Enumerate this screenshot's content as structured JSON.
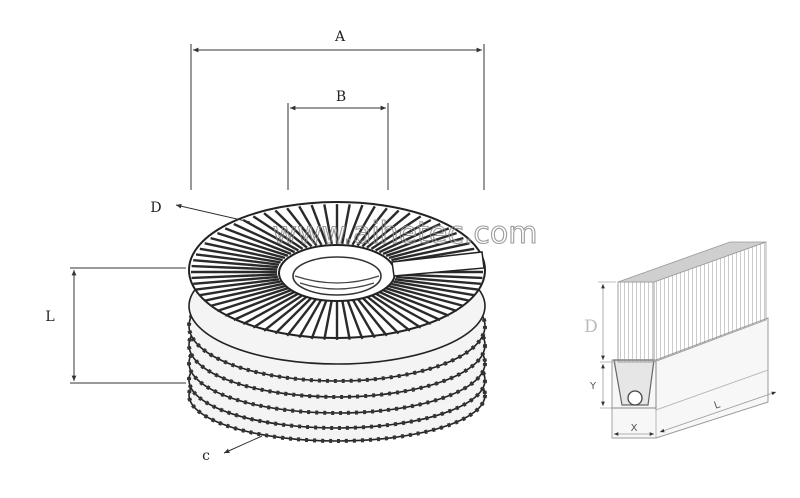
{
  "watermark": "www.aihetec.com",
  "coil_diagram": {
    "dimension_labels": {
      "a": "A",
      "b": "B",
      "d": "D",
      "l": "L",
      "c": "c"
    }
  },
  "strip_diagram": {
    "dimension_labels": {
      "d": "D",
      "y": "Y",
      "x": "X",
      "l": "L"
    }
  }
}
